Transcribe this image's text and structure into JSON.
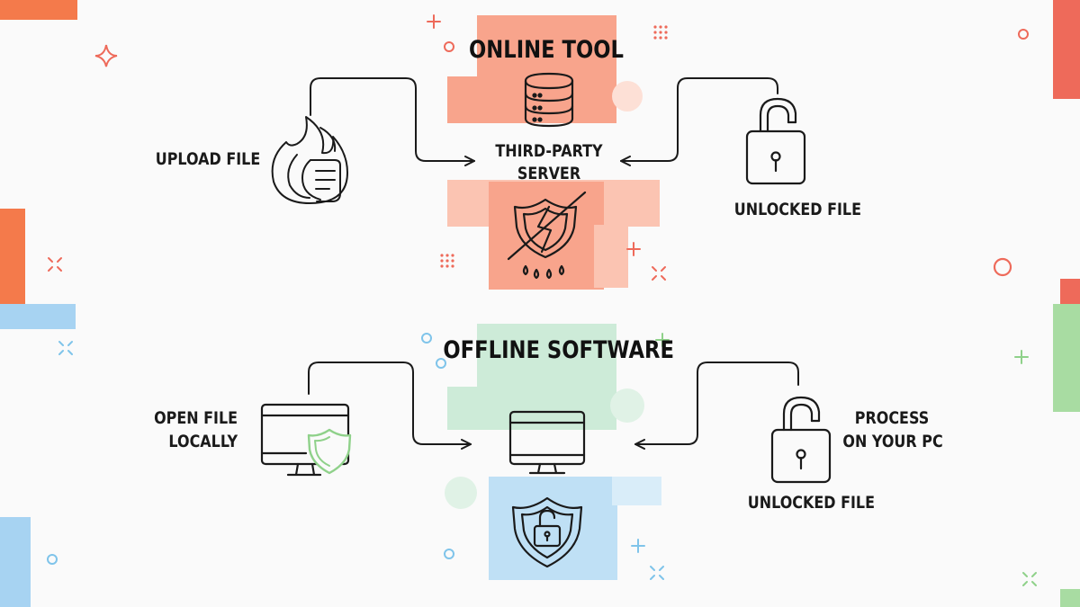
{
  "colors": {
    "online_block": "#f8a48c",
    "online_block_light": "#fbc4b2",
    "offline_block": "#cdebd8",
    "offline_block_blue": "#bfe0f5",
    "edge_orange": "#f47a4b",
    "edge_red": "#ee6a5a",
    "edge_blue": "#a7d3f2",
    "edge_green": "#a8dca2",
    "stroke": "#1a1a1a",
    "accent_green": "#8fd18a"
  },
  "online": {
    "title": "ONLINE TOOL",
    "server_label_line1": "THIRD-PARTY",
    "server_label_line2": "SERVER",
    "left_label": "UPLOAD FILE",
    "right_label": "UNLOCKED FILE",
    "icons": [
      "fire-document-icon",
      "server-icon",
      "broken-shield-icon",
      "open-padlock-icon"
    ]
  },
  "offline": {
    "title": "OFFLINE SOFTWARE",
    "left_label_line1": "OPEN FILE",
    "left_label_line2": "LOCALLY",
    "right_label_line1": "PROCESS",
    "right_label_line2": "ON YOUR PC",
    "bottom_right_label": "UNLOCKED FILE",
    "icons": [
      "monitor-shield-icon",
      "monitor-icon",
      "shield-unlock-icon",
      "open-padlock-icon"
    ]
  }
}
